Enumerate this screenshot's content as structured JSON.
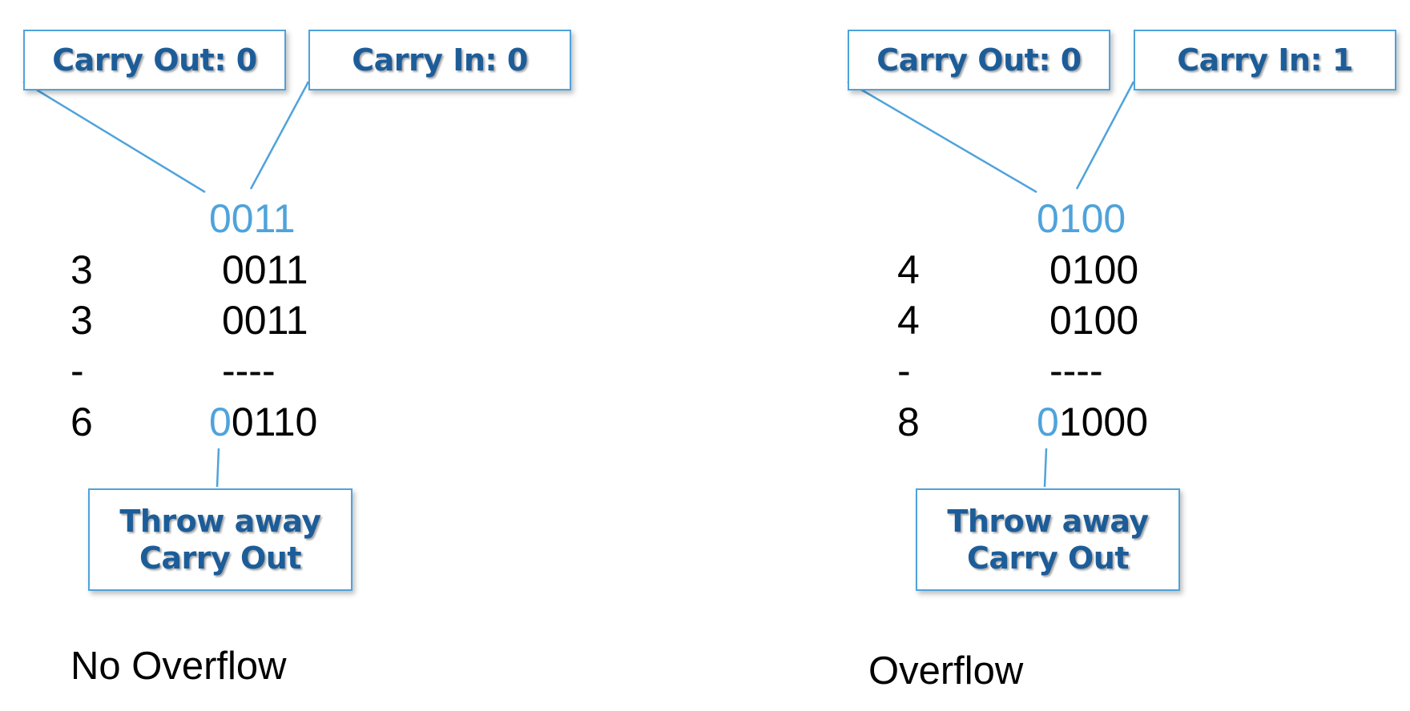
{
  "colors": {
    "accent": "#4fa3db",
    "callout_text": "#1c5d99",
    "text": "#000000",
    "background": "#ffffff"
  },
  "left": {
    "carry_out_label": "Carry Out: 0",
    "carry_in_label": "Carry In: 0",
    "carry_row": "0011",
    "rows": [
      {
        "decimal": "3",
        "binary": "0011"
      },
      {
        "decimal": "3",
        "binary": "0011"
      },
      {
        "decimal": "-",
        "binary": "----"
      }
    ],
    "result": {
      "decimal": "6",
      "carry_bit": "0",
      "binary": "0110"
    },
    "throw_away_line1": "Throw away",
    "throw_away_line2": "Carry Out",
    "verdict": "No Overflow"
  },
  "right": {
    "carry_out_label": "Carry Out: 0",
    "carry_in_label": "Carry In: 1",
    "carry_row": "0100",
    "rows": [
      {
        "decimal": "4",
        "binary": "0100"
      },
      {
        "decimal": "4",
        "binary": "0100"
      },
      {
        "decimal": "-",
        "binary": "----"
      }
    ],
    "result": {
      "decimal": "8",
      "carry_bit": "0",
      "binary": "1000"
    },
    "throw_away_line1": "Throw away",
    "throw_away_line2": "Carry Out",
    "verdict": "Overflow"
  }
}
